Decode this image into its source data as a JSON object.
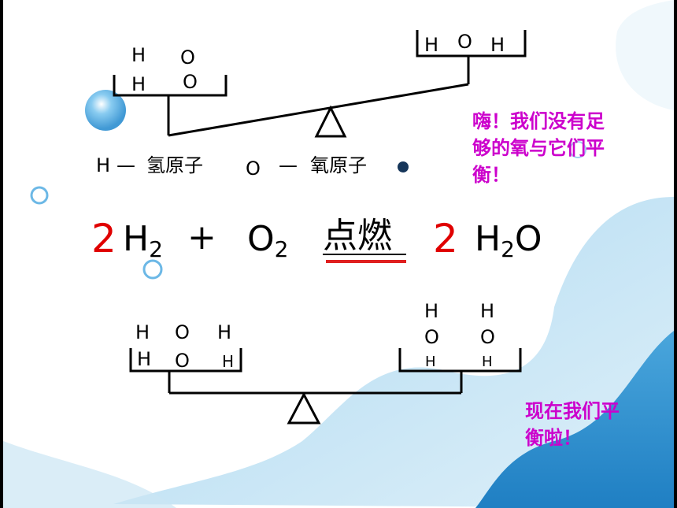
{
  "legend": {
    "h_symbol": "H",
    "h_dash": "—",
    "h_name": "氢原子",
    "o_symbol": "O",
    "o_dash": "—",
    "o_name": "氧原子"
  },
  "top_scale": {
    "left_pan": {
      "row1": [
        "H",
        "O"
      ],
      "row2": [
        "H",
        "O"
      ]
    },
    "right_pan": {
      "row1": [
        "H",
        "O",
        "H"
      ]
    }
  },
  "equation": {
    "coef1": "2",
    "reactant1": "H",
    "reactant1_sub": "2",
    "plus": "+",
    "reactant2": "O",
    "reactant2_sub": "2",
    "condition": "点燃",
    "coef2": "2",
    "product_h": "H",
    "product_sub": "2",
    "product_o": "O"
  },
  "bottom_scale": {
    "left_pan": {
      "row1": [
        "H",
        "O",
        "H"
      ],
      "row2": [
        "H",
        "O",
        "H"
      ]
    },
    "right_pan": {
      "row1": [
        "H",
        "H"
      ],
      "row2": [
        "O",
        "O"
      ],
      "row3": [
        "H",
        "H"
      ]
    }
  },
  "notes": {
    "unbalanced": "嗨！我们没有足够的氧与它们平衡！",
    "balanced": "现在我们平衡啦！"
  },
  "colors": {
    "condition_underline": "#e02020",
    "coefficient": "#e00000",
    "note_text": "#cc00cc"
  }
}
